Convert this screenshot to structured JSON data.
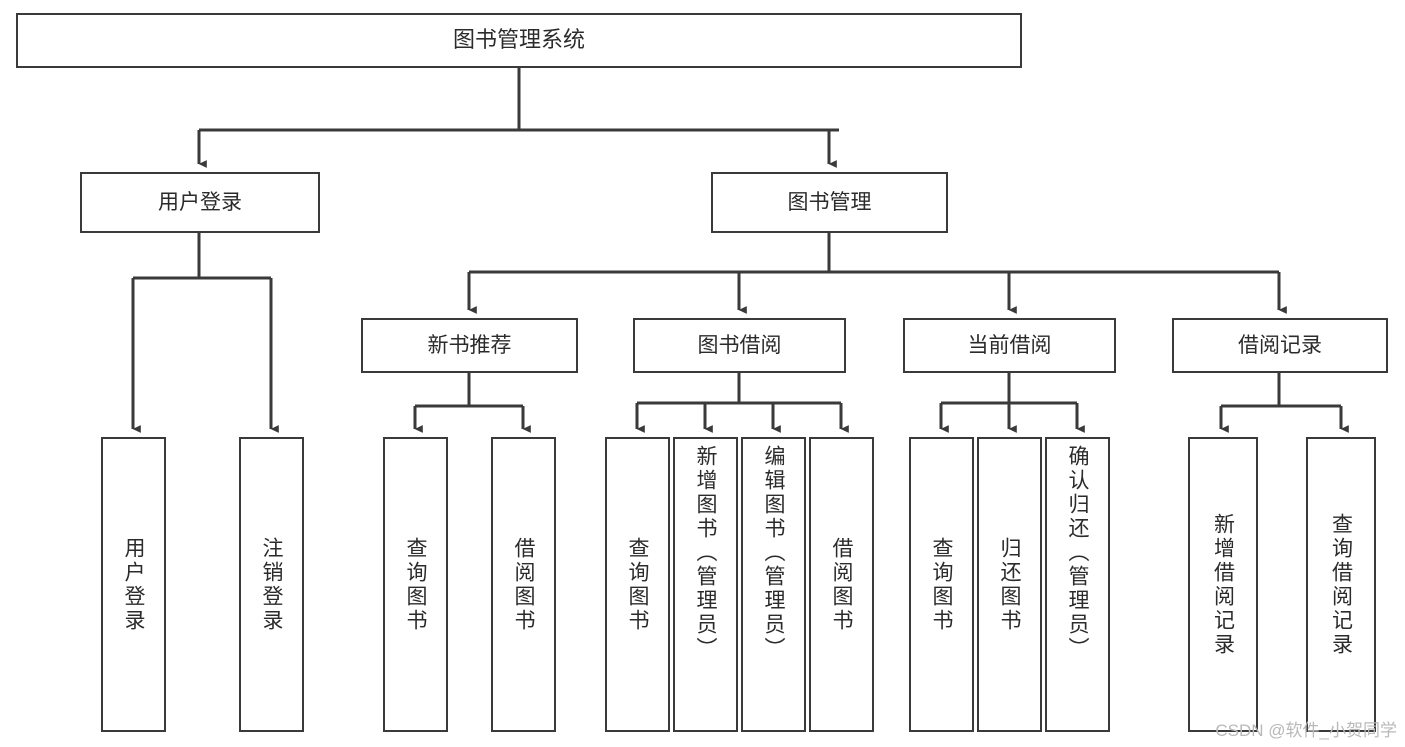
{
  "diagram": {
    "title": "图书管理系统",
    "type": "tree-hierarchy-diagram",
    "stroke_color": "#3a3a3a",
    "background_color": "#ffffff",
    "text_color": "#2b2b2b"
  },
  "root": {
    "label": "图书管理系统"
  },
  "level1": [
    {
      "label": "用户登录"
    },
    {
      "label": "图书管理"
    }
  ],
  "level2": [
    {
      "label": "新书推荐"
    },
    {
      "label": "图书借阅"
    },
    {
      "label": "当前借阅"
    },
    {
      "label": "借阅记录"
    }
  ],
  "leaves": {
    "user_login": [
      {
        "label": "用户登录"
      },
      {
        "label": "注销登录"
      }
    ],
    "new_book_recommend": [
      {
        "label": "查询图书"
      },
      {
        "label": "借阅图书"
      }
    ],
    "book_borrow": [
      {
        "label": "查询图书"
      },
      {
        "label": "新增图书（管理员）"
      },
      {
        "label": "编辑图书（管理员）"
      },
      {
        "label": "借阅图书"
      }
    ],
    "current_borrow": [
      {
        "label": "查询图书"
      },
      {
        "label": "归还图书"
      },
      {
        "label": "确认归还（管理员）"
      }
    ],
    "borrow_record": [
      {
        "label": "新增借阅记录"
      },
      {
        "label": "查询借阅记录"
      }
    ]
  },
  "watermark": {
    "text": "CSDN @软件_小贺同学"
  }
}
